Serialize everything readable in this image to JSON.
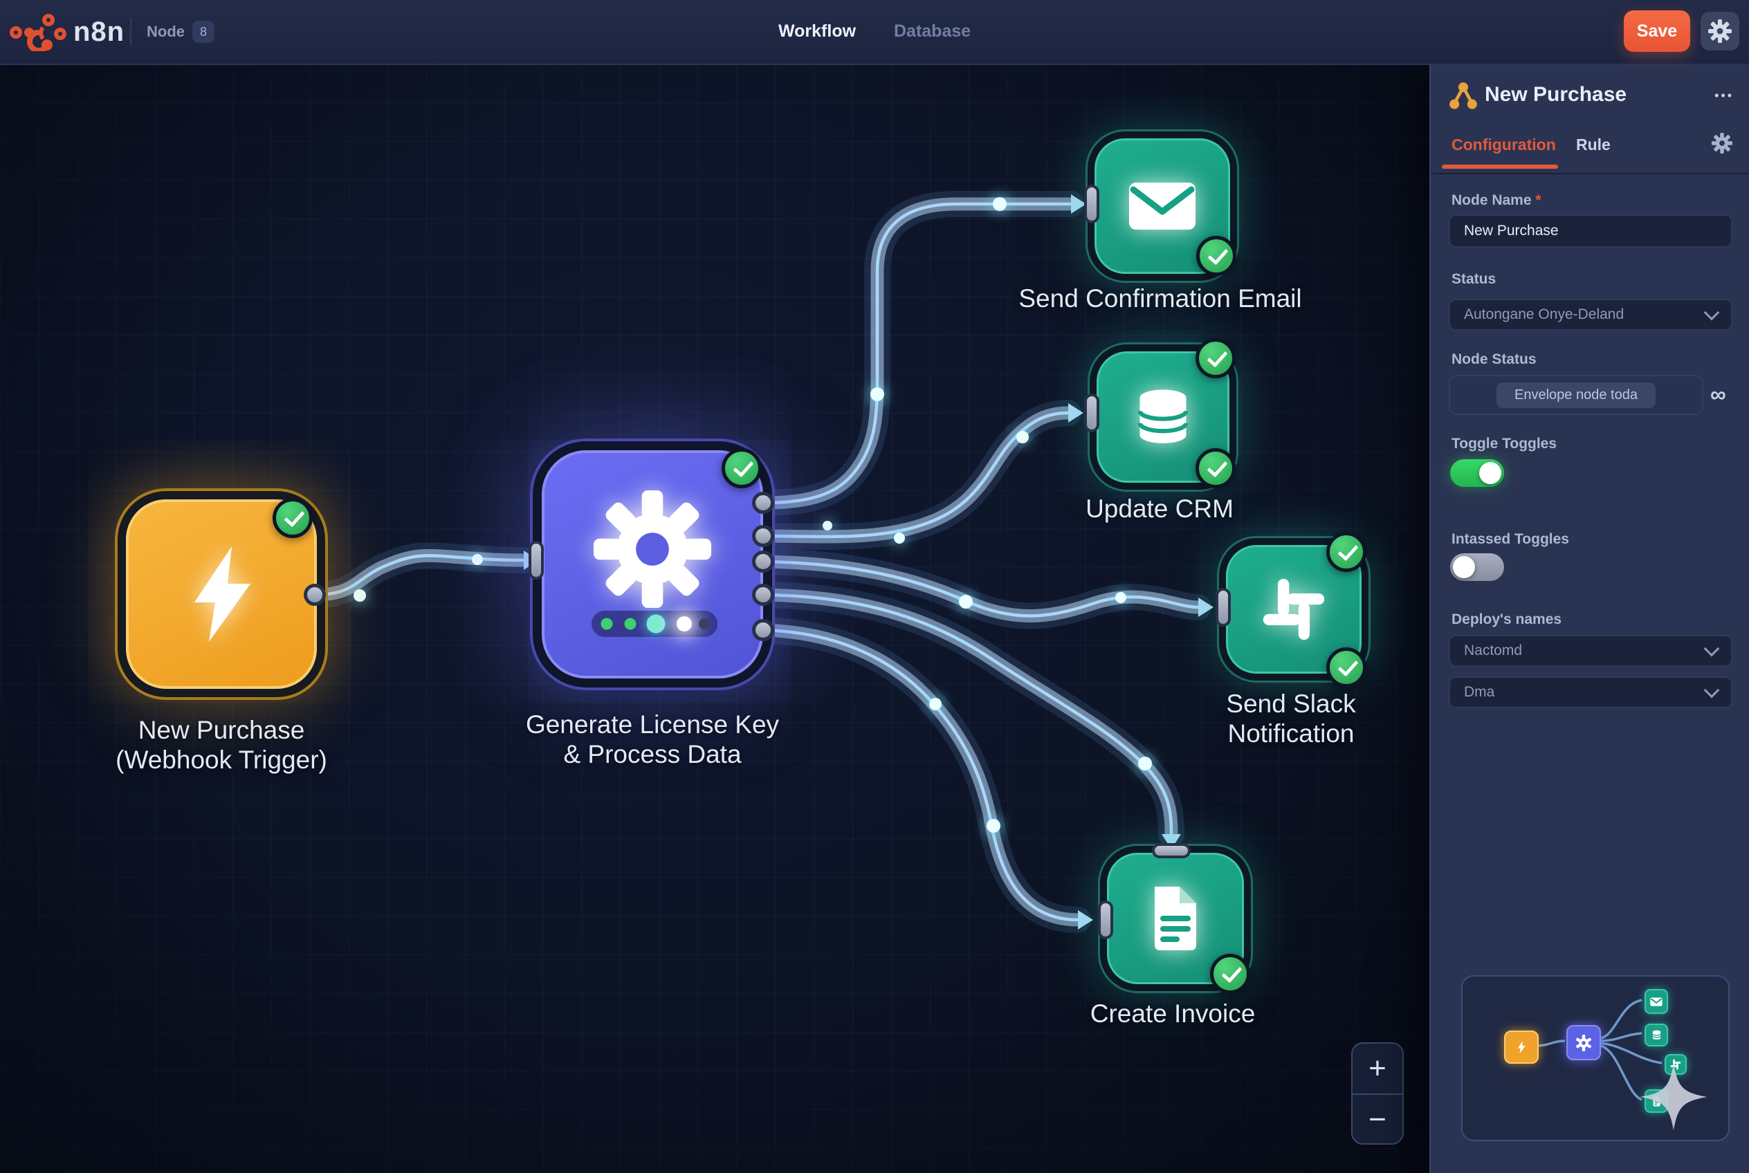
{
  "topbar": {
    "logo_text": "n8n",
    "node_label": "Node",
    "node_badge": "8",
    "tabs": {
      "workflow": "Workflow",
      "database": "Database"
    },
    "save_label": "Save"
  },
  "canvas": {
    "nodes": {
      "webhook": {
        "line1": "New Purchase",
        "line2": "(Webhook Trigger)"
      },
      "process": {
        "line1": "Generate License Key",
        "line2": "& Process Data"
      },
      "email": {
        "line1": "Send Confirmation Email"
      },
      "crm": {
        "line1": "Update CRM"
      },
      "slack": {
        "line1": "Send Slack",
        "line2": "Notification"
      },
      "invoice": {
        "line1": "Create Invoice"
      }
    },
    "zoom": {
      "in": "+",
      "out": "−"
    }
  },
  "panel": {
    "title": "New Purchase",
    "menu_icon": "•••",
    "tabs": {
      "configuration": "Configuration",
      "rule": "Rule"
    },
    "fields": {
      "node_name_label": "Node Name",
      "required_mark": "*",
      "node_name_value": "New Purchase",
      "status_label": "Status",
      "status_value": "Autongane Onye-Deland",
      "node_status_label": "Node Status",
      "node_status_value": "Envelope node toda",
      "link_icon": "∞",
      "toggle_on_label": "Toggle Toggles",
      "toggle_off_label": "Intassed Toggles",
      "deploy_label": "Deploy's names",
      "deploy_value_1": "Nactomd",
      "deploy_value_2": "Dma"
    }
  },
  "colors": {
    "accent": "#ee5a3a",
    "node_orange": "#f2a72e",
    "node_purple": "#5d61e8",
    "node_teal": "#17a185",
    "check_green": "#2fae57",
    "wire_blue": "#a9cce9",
    "toggle_on": "#2ecc5e"
  }
}
